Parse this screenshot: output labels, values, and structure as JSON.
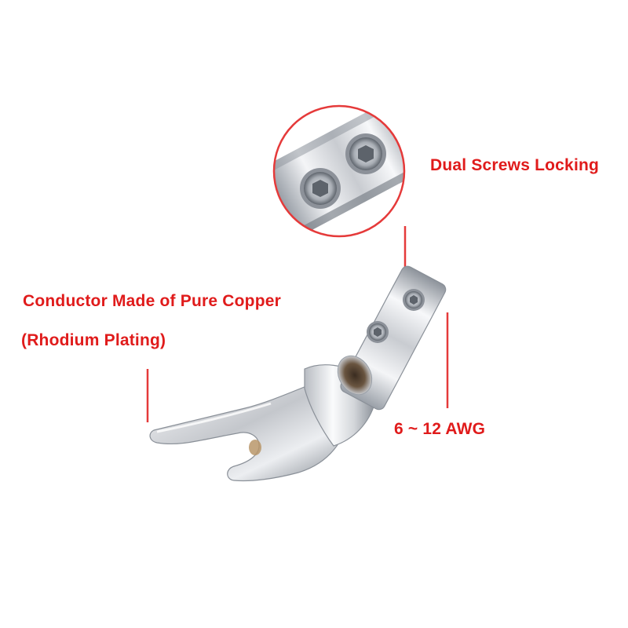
{
  "colors": {
    "callout_text": "#e01b1b",
    "callout_line": "#e53a3a",
    "background": "#ffffff",
    "metal_light": "#f4f5f7",
    "metal_mid": "#c5c8cd",
    "metal_dark": "#6b7078",
    "copper_inner": "#6a5540"
  },
  "callouts": {
    "conductor": {
      "line1": "Conductor Made of Pure Copper",
      "line2": "(Rhodium Plating)"
    },
    "screws": {
      "label": "Dual Screws Locking"
    },
    "awg": {
      "label": "6 ~ 12 AWG"
    }
  },
  "icons": {
    "zoom": "magnifier-circle",
    "screw": "hex-socket-screw"
  }
}
